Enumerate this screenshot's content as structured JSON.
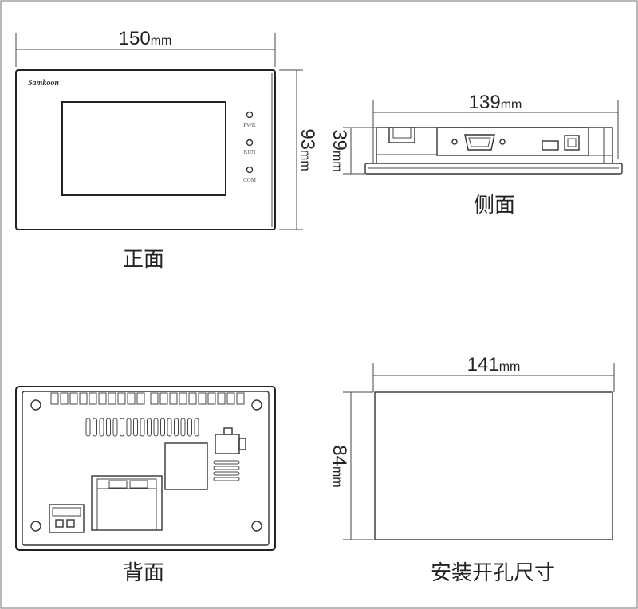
{
  "front": {
    "caption": "正面",
    "logo": "Samkoon",
    "dim_width": {
      "value": "150",
      "unit": "mm"
    },
    "dim_height": {
      "value": "93",
      "unit": "mm"
    },
    "leds": [
      {
        "label": "PWR"
      },
      {
        "label": "RUN"
      },
      {
        "label": "COM"
      }
    ]
  },
  "side": {
    "caption": "侧面",
    "dim_width": {
      "value": "139",
      "unit": "mm"
    },
    "dim_depth": {
      "value": "39",
      "unit": "mm"
    }
  },
  "back": {
    "caption": "背面"
  },
  "cutout": {
    "caption": "安装开孔尺寸",
    "dim_width": {
      "value": "141",
      "unit": "mm"
    },
    "dim_height": {
      "value": "84",
      "unit": "mm"
    }
  },
  "colors": {
    "line": "#333333",
    "background": "#ffffff",
    "frame": "#8a8a8a"
  }
}
